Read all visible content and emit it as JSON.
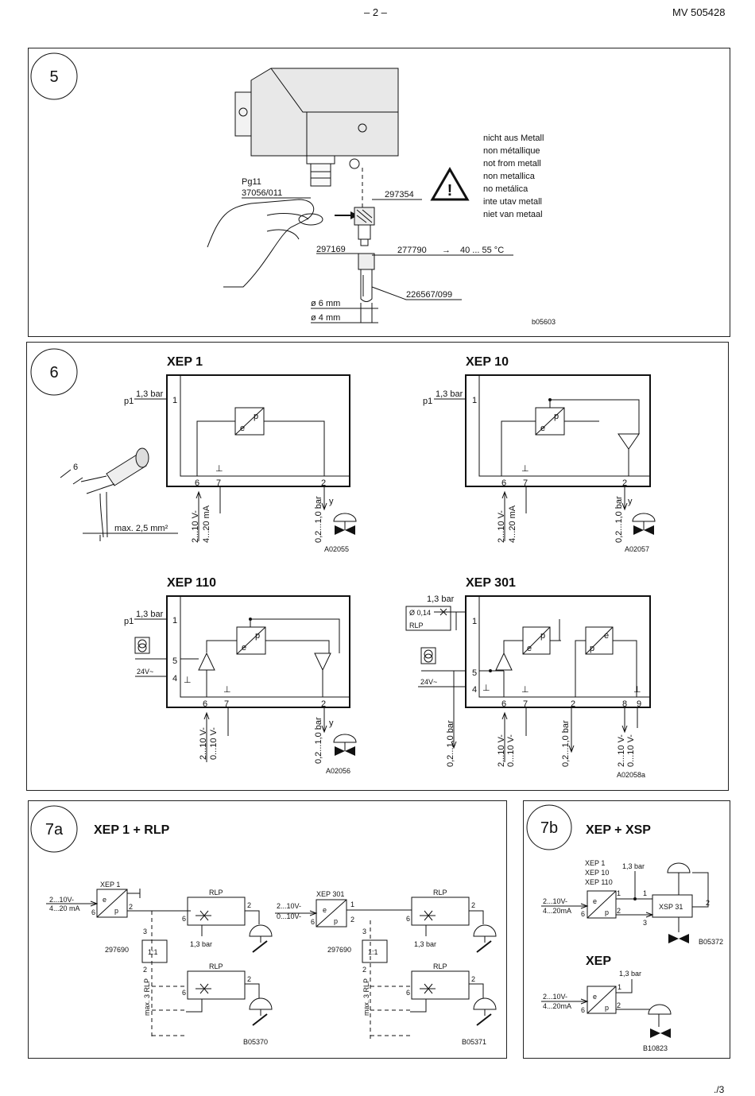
{
  "header": {
    "page_number": "– 2 –",
    "doc_id": "MV 505428"
  },
  "footer": {
    "continued": "./3"
  },
  "panel5": {
    "number": "5",
    "pg_label": "Pg11",
    "pg_part": "37056/011",
    "part_297354": "297354",
    "part_297169": "297169",
    "part_277790": "277790",
    "arrow": "→",
    "temp_range": "40 ... 55 °C",
    "part_226567": "226567/099",
    "dia6": "ø 6 mm",
    "dia4": "ø 4 mm",
    "figure_code": "b05603",
    "warning_lines": [
      "nicht aus Metall",
      "non métallique",
      "not from metall",
      "non metallica",
      "no metálica",
      "inte utav metall",
      "niet van metaal"
    ]
  },
  "panel6": {
    "number": "6",
    "tube_dim": "6",
    "wire": "max. 2,5 mm²",
    "xep1": {
      "title": "XEP 1",
      "p1": "p1",
      "pressure": "1,3 bar",
      "t1": "1",
      "e": "e",
      "p": "p",
      "t6": "6",
      "t7": "7",
      "t2": "2",
      "in_v": "2...10 V-",
      "in_ma": "4...20 mA",
      "out": "0,2...1,0 bar",
      "y": "y",
      "code": "A02055",
      "gnd": "⊥"
    },
    "xep10": {
      "title": "XEP 10",
      "p1": "p1",
      "pressure": "1,3 bar",
      "t1": "1",
      "e": "e",
      "p": "p",
      "t6": "6",
      "t7": "7",
      "t2": "2",
      "in_v": "2...10 V-",
      "in_ma": "4...20 mA",
      "out": "0,2...1,0 bar",
      "y": "y",
      "code": "A02057",
      "gnd": "⊥"
    },
    "xep110": {
      "title": "XEP 110",
      "p1": "p1",
      "pressure": "1,3 bar",
      "t1": "1",
      "t5": "5",
      "t4": "4",
      "supply": "24V~",
      "e": "e",
      "p": "p",
      "t6": "6",
      "t7": "7",
      "t2": "2",
      "in_v": "2...10 V-",
      "in_v2": "0...10 V-",
      "out": "0,2...1,0 bar",
      "y": "y",
      "code": "A02056",
      "gnd": "⊥"
    },
    "xep301": {
      "title": "XEP 301",
      "pressure": "1,3 bar",
      "orifice": "Ø 0,14",
      "rlp": "RLP",
      "t1": "1",
      "t5": "5",
      "t4": "4",
      "supply": "24V~",
      "e": "e",
      "p": "p",
      "t6": "6",
      "t7": "7",
      "t2": "2",
      "t8": "8",
      "t9": "9",
      "out1": "0,2...1,0 bar",
      "in_v": "2...10 V-",
      "in_v2": "0...10 V-",
      "out2": "0,2...1,0 bar",
      "out3_v": "2...10 V-",
      "out3_v2": "0...10 V-",
      "code": "A02058a",
      "gnd": "⊥"
    }
  },
  "panel7a": {
    "number": "7a",
    "title": "XEP 1 + RLP",
    "left": {
      "xep": "XEP 1",
      "in1": "2...10V-",
      "in2": "4...20 mA",
      "rlp": "RLP",
      "pressure": "1,3 bar",
      "part": "297690",
      "ratio": "1:1",
      "max": "max. 3 RLP",
      "e": "e",
      "p": "p",
      "t6": "6",
      "t2": "2",
      "t3": "3"
    },
    "right": {
      "xep": "XEP 301",
      "in1": "2...10V-",
      "in2": "0...10V-",
      "rlp": "RLP",
      "pressure": "1,3 bar",
      "part": "297690",
      "ratio": "1:1",
      "max": "max. 3 RLP",
      "e": "e",
      "p": "p",
      "t6": "6",
      "t1": "1",
      "t2": "2",
      "t3": "3"
    },
    "code_left": "B05370",
    "code_right": "B05371"
  },
  "panel7b": {
    "number": "7b",
    "title": "XEP + XSP",
    "models": [
      "XEP 1",
      "XEP 10",
      "XEP 110"
    ],
    "pressure": "1,3 bar",
    "in1": "2...10V-",
    "in2": "4...20mA",
    "xsp": "XSP 31",
    "e": "e",
    "p": "p",
    "t1": "1",
    "t2": "2",
    "t3": "3",
    "t6": "6",
    "code": "B05372",
    "title2": "XEP",
    "code2": "B10823"
  }
}
